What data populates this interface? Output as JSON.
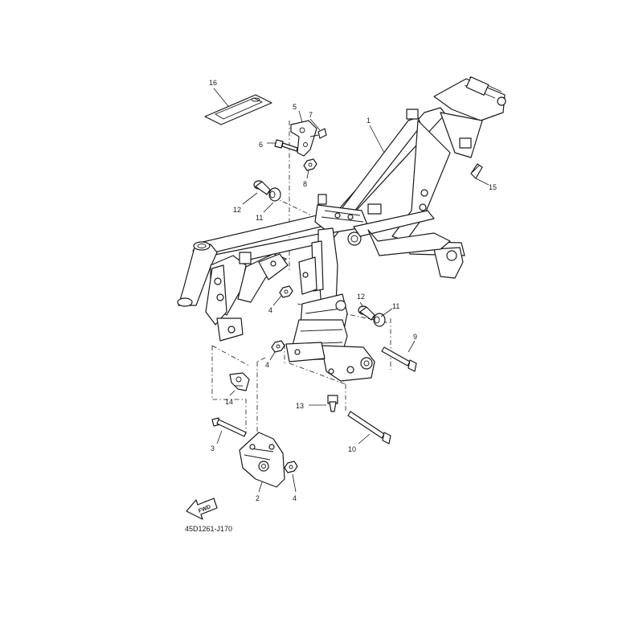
{
  "diagram": {
    "callouts": {
      "c1": "1",
      "c2": "2",
      "c3": "3",
      "c4a": "4",
      "c4b": "4",
      "c4c": "4",
      "c5": "5",
      "c6": "6",
      "c7": "7",
      "c8": "8",
      "c9": "9",
      "c10": "10",
      "c11a": "11",
      "c11b": "11",
      "c12a": "12",
      "c12b": "12",
      "c13": "13",
      "c14": "14",
      "c15": "15",
      "c16": "16"
    },
    "fwd_label": "FWD",
    "drawing_code": "45D1261-J170"
  }
}
